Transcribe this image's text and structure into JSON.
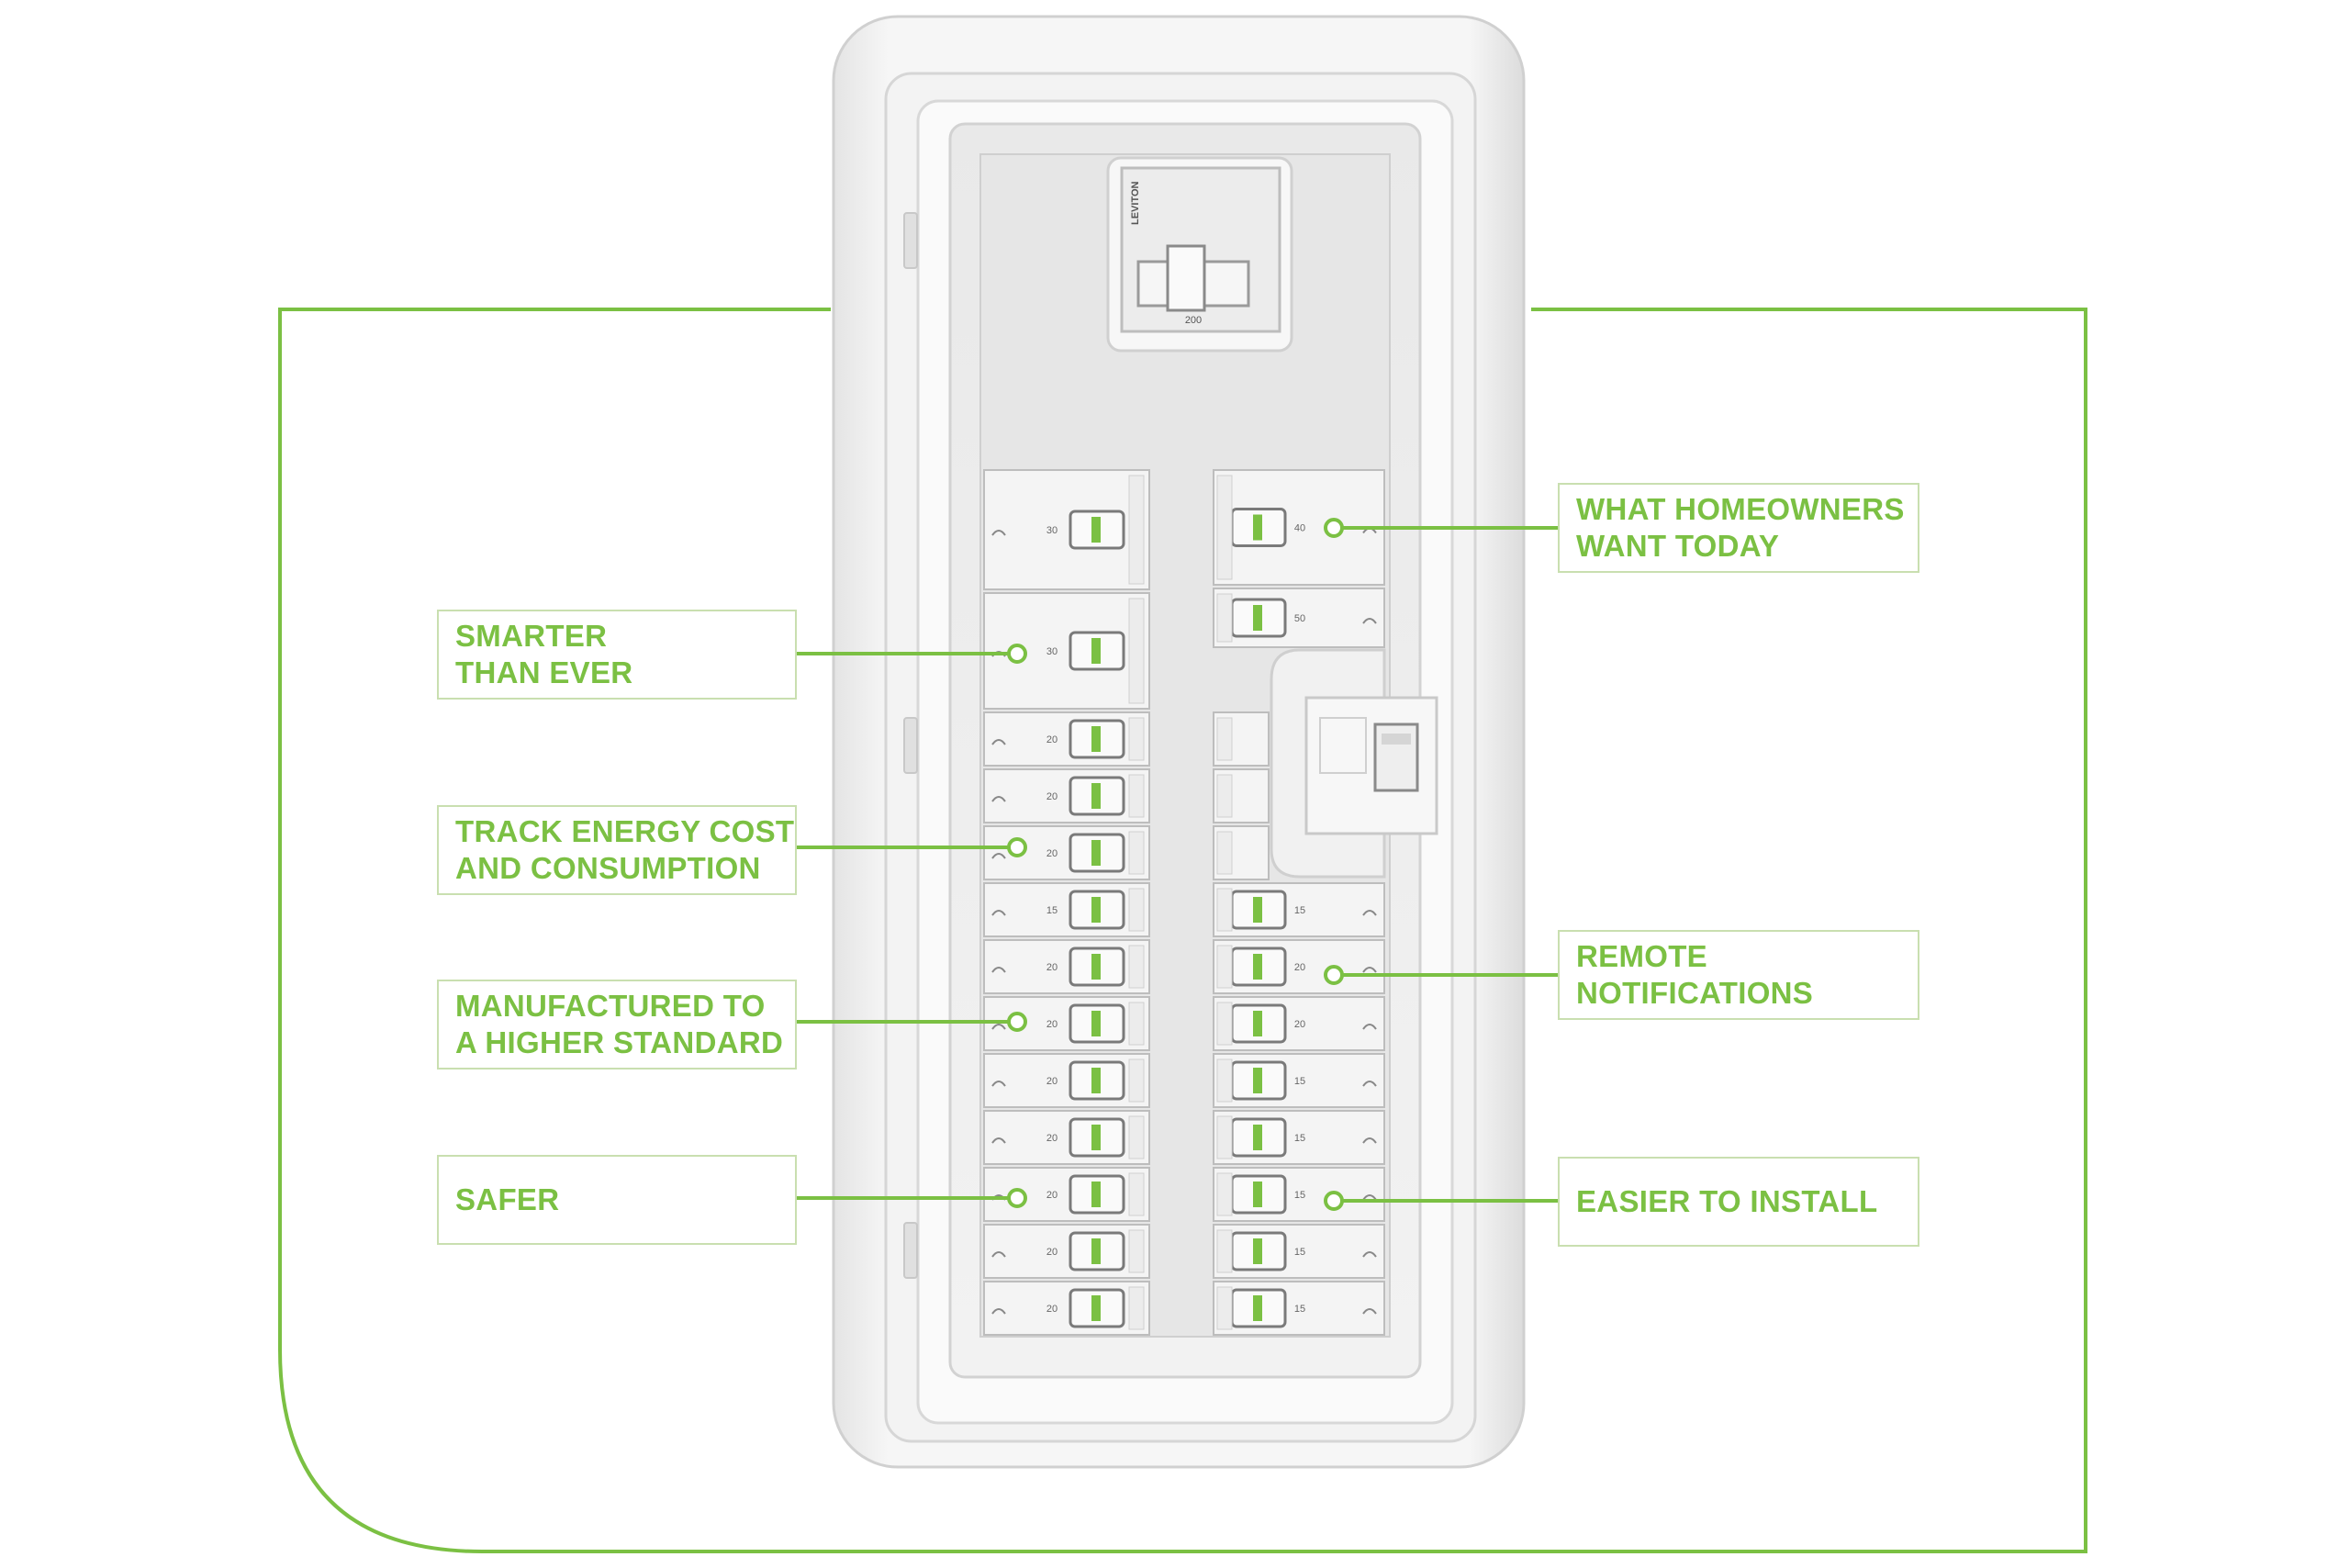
{
  "title": "",
  "brand": {
    "accent": "#7bc043",
    "panel_brand": "LEVITON",
    "main_breaker_rating": "200"
  },
  "callouts": {
    "left": [
      {
        "id": "smarter",
        "lines": [
          "SMARTER",
          "THAN EVER"
        ]
      },
      {
        "id": "track",
        "lines": [
          "TRACK ENERGY COST",
          "AND CONSUMPTION"
        ]
      },
      {
        "id": "manufactured",
        "lines": [
          "MANUFACTURED TO",
          "A HIGHER STANDARD"
        ]
      },
      {
        "id": "safer",
        "lines": [
          "SAFER"
        ]
      }
    ],
    "right": [
      {
        "id": "homeowners",
        "lines": [
          "WHAT HOMEOWNERS",
          "WANT TODAY"
        ]
      },
      {
        "id": "remote",
        "lines": [
          "REMOTE",
          "NOTIFICATIONS"
        ]
      },
      {
        "id": "install",
        "lines": [
          "EASIER TO INSTALL"
        ]
      }
    ]
  },
  "breakers": {
    "left_column_ratings": [
      "30",
      "30",
      "20",
      "20",
      "20",
      "15",
      "20",
      "20",
      "20",
      "20",
      "20",
      "20",
      "20"
    ],
    "right_column_ratings": [
      "40",
      "50",
      "",
      "",
      "",
      "15",
      "20",
      "20",
      "15",
      "15",
      "15",
      "15",
      "15"
    ]
  }
}
